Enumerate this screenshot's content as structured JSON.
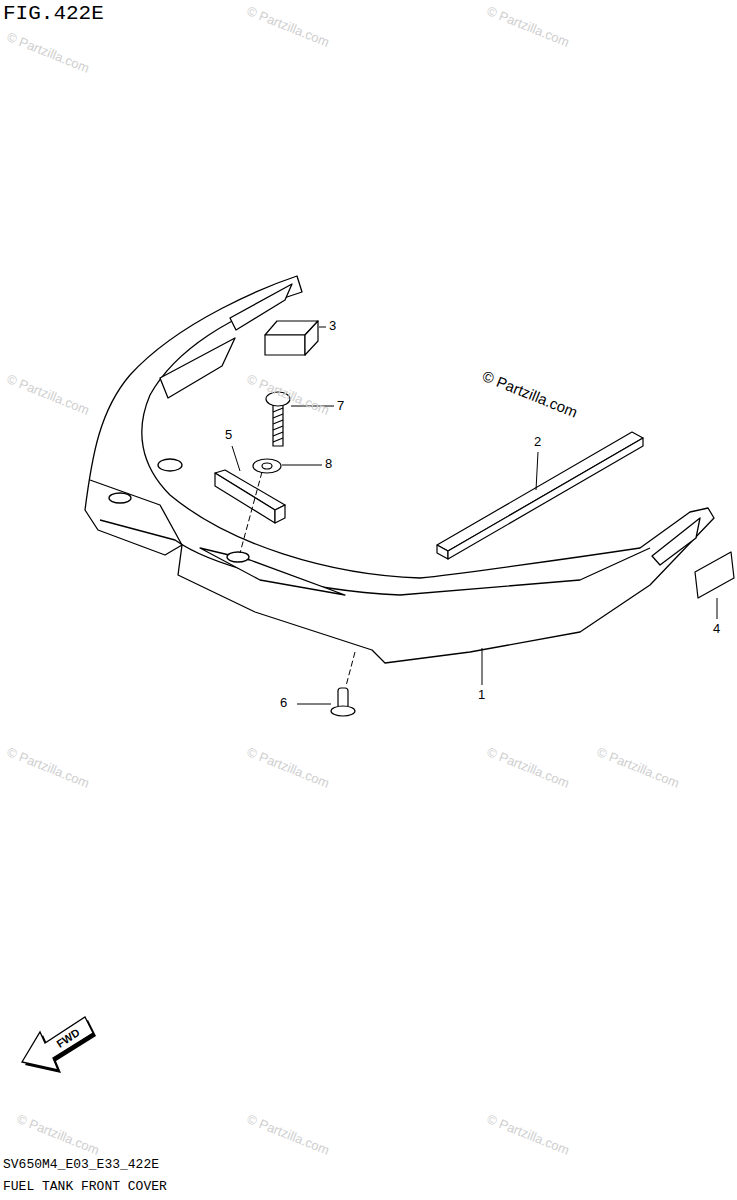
{
  "diagram": {
    "title": "FIG.422E",
    "labels": [
      "3",
      "7",
      "5",
      "8",
      "2",
      "4",
      "1",
      "6",
      "© Partzilla.com",
      "© Partzilla.com",
      "© Partzilla.com",
      "© Partzilla.com",
      "© Partzilla.com",
      "© Partzilla.com",
      "© Partzilla.com",
      "© Partzilla.com",
      "© Partzilla.com",
      "© Partzilla.com",
      "© Partzilla.com",
      "© Partzilla.com",
      "© Partzilla.com",
      "FWD",
      "SV650M4_E03_E33_422E",
      "FUEL TANK FRONT COVER"
    ]
  }
}
